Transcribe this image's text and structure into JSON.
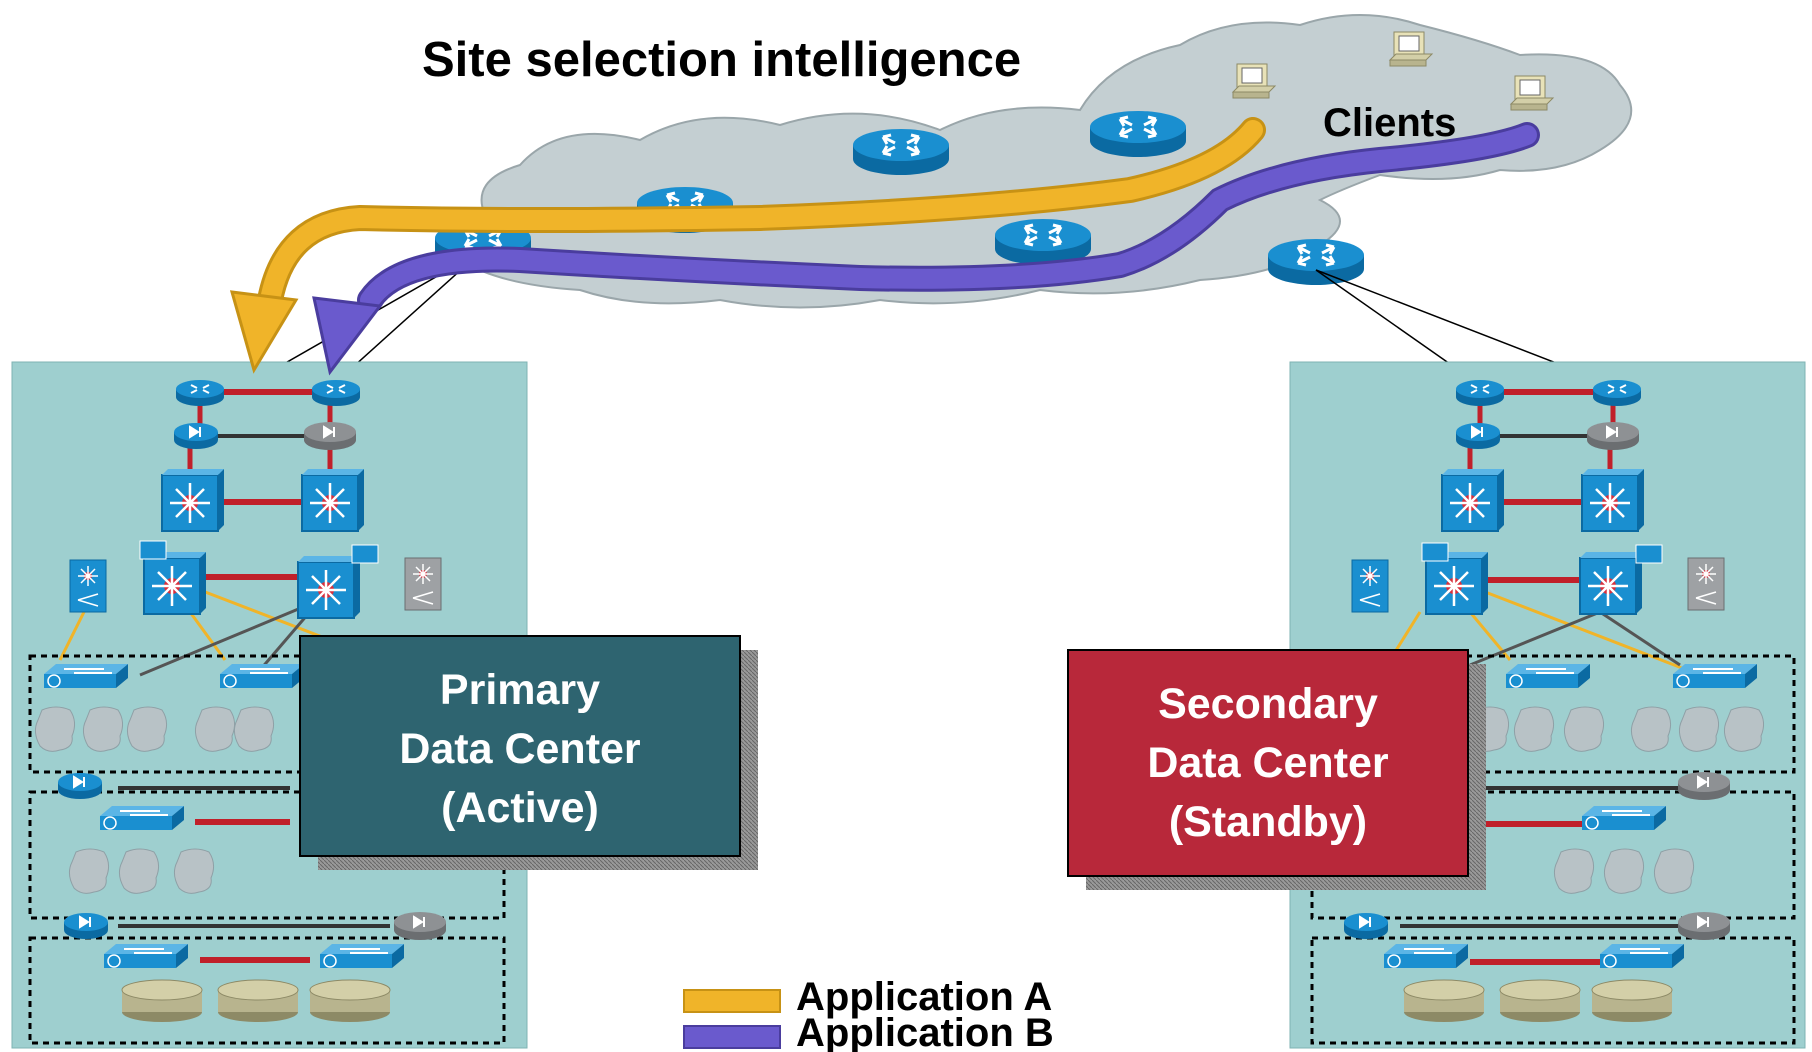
{
  "header": {
    "title": "Site selection intelligence"
  },
  "cloud": {
    "clients_label": "Clients"
  },
  "primary": {
    "line1": "Primary",
    "line2": "Data Center",
    "line3": "(Active)",
    "color": "#2e6470"
  },
  "secondary": {
    "line1": "Secondary",
    "line2": "Data Center",
    "line3": "(Standby)",
    "color": "#b8283a"
  },
  "legend": {
    "app_a": {
      "label": "Application A",
      "color": "#f0b429"
    },
    "app_b": {
      "label": "Application B",
      "color": "#6a5acd"
    }
  },
  "colors": {
    "site_panel": "#9ecfcf",
    "cloud": "#c4cfd2",
    "device_blue": "#1a8fd0",
    "device_gray": "#8e9194",
    "link_red": "#c0202a",
    "storage": "#b8b48e"
  },
  "icons": [
    "router-icon",
    "firewall-icon",
    "multilayer-switch-icon",
    "switch-icon",
    "load-balancer-icon",
    "server-cloud-icon",
    "storage-disk-icon",
    "client-pc-icon"
  ]
}
